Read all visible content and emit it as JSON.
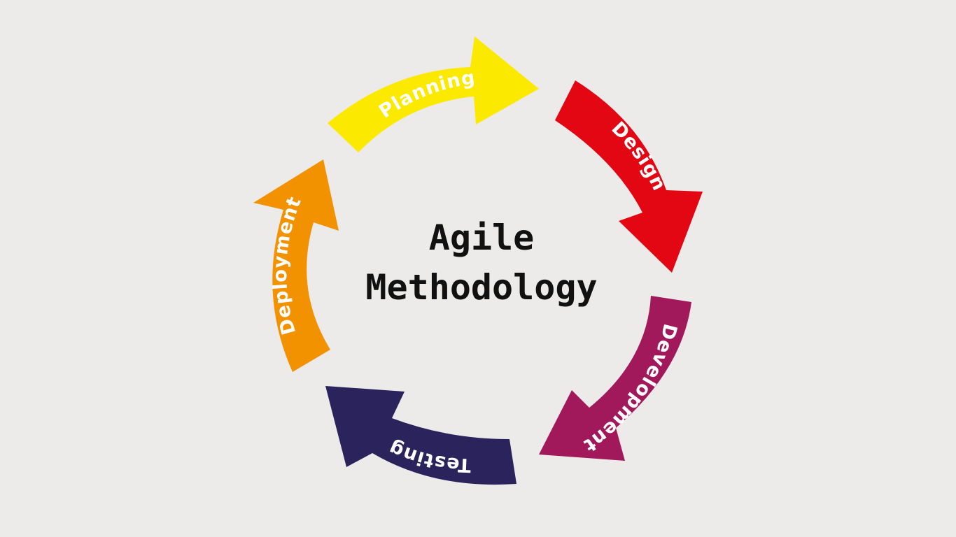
{
  "title": {
    "line1": "Agile",
    "line2": "Methodology"
  },
  "stages": [
    {
      "label": "Planning",
      "color": "#fbea00"
    },
    {
      "label": "Design",
      "color": "#e30613"
    },
    {
      "label": "Development",
      "color": "#a2195b"
    },
    {
      "label": "Testing",
      "color": "#2b235c"
    },
    {
      "label": "Deployment",
      "color": "#f39200"
    }
  ],
  "background": "#ecebea"
}
